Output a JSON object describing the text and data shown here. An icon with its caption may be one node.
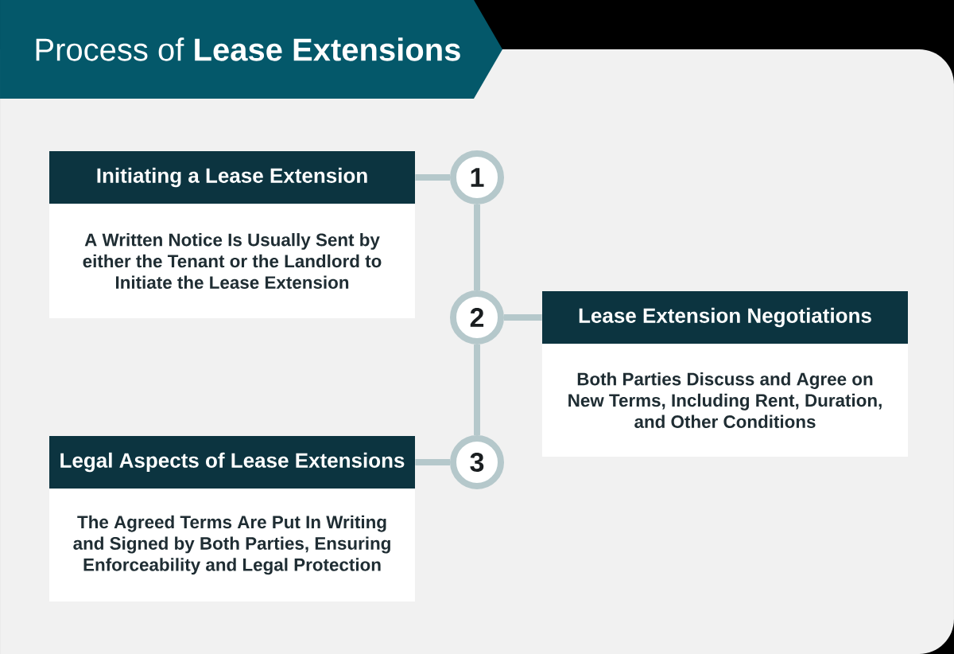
{
  "diagram": {
    "title": "Process of **Lease Extensions**",
    "nodes": [
      {
        "text": [
          "Initiating a Lease Extension",
          "A Written Notice Is Usually Sent by either the Tenant or the Landlord to Initiate the Lease Extension"
        ]
      },
      {
        "text": [
          "1"
        ]
      },
      {
        "text": [
          "2"
        ]
      },
      {
        "text": [
          "Lease Extension Negotiations",
          "Both Parties Discuss and Agree on New Terms, Including Rent, Duration, and Other Conditions"
        ]
      },
      {
        "text": [
          "Legal Aspects of Lease Extensions",
          "The Agreed Terms Are Put In Writing and Signed by Both Parties, Ensuring Enforceability and Legal Protection"
        ]
      },
      {
        "text": [
          "3"
        ]
      }
    ],
    "edges": [
      {
        "from": 1,
        "to": 0,
        "arrow": "none"
      },
      {
        "from": 1,
        "to": 2,
        "arrow": "none"
      },
      {
        "from": 2,
        "to": 3,
        "arrow": "none"
      },
      {
        "from": 2,
        "to": 5,
        "arrow": "none"
      },
      {
        "from": 5,
        "to": 4,
        "arrow": "none"
      }
    ]
  }
}
